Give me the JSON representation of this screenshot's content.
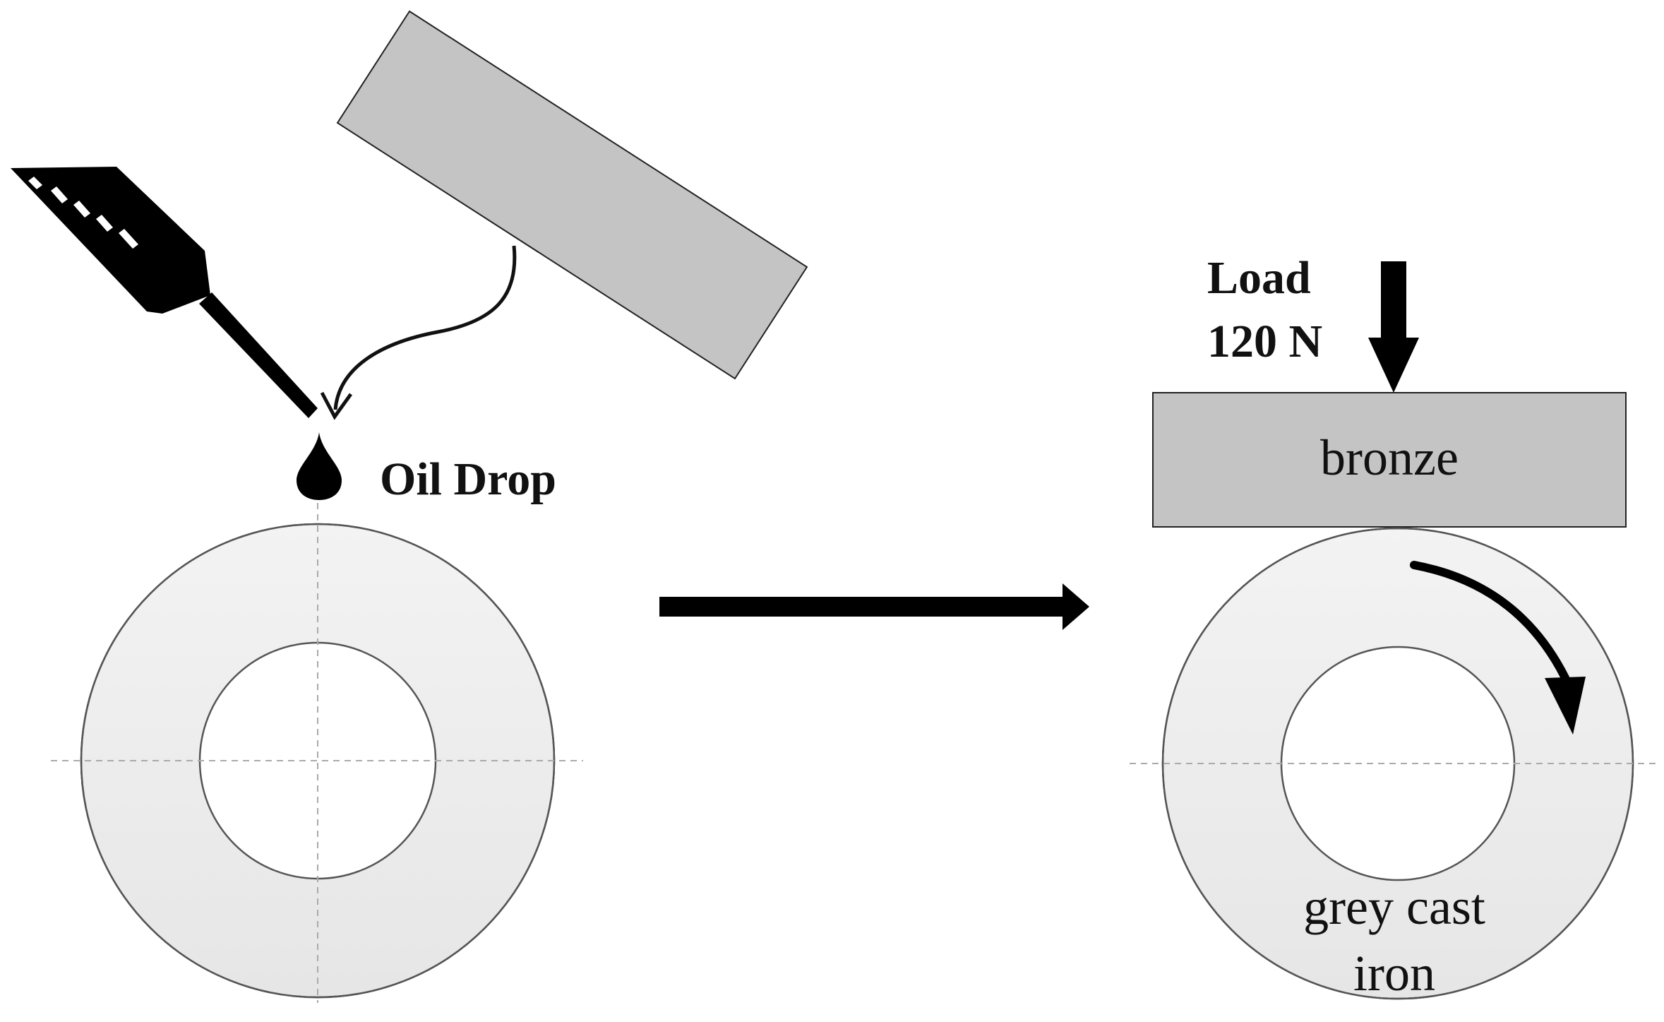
{
  "labels": {
    "oil_drop": "Oil Drop",
    "load_line1": "Load",
    "load_line2": "120 N",
    "bronze": "bronze",
    "disc_line1": "grey cast",
    "disc_line2": "iron"
  },
  "colors": {
    "ink": "#000000",
    "block_fill": "#c4c4c4",
    "disc_fill": "#eeeeee",
    "outline": "#555555",
    "center_lines": "#aaaaaa"
  },
  "icons": {
    "dropper": "syringe-icon",
    "drop": "oil-drop-icon",
    "rotation": "clockwise-arrow-icon"
  }
}
